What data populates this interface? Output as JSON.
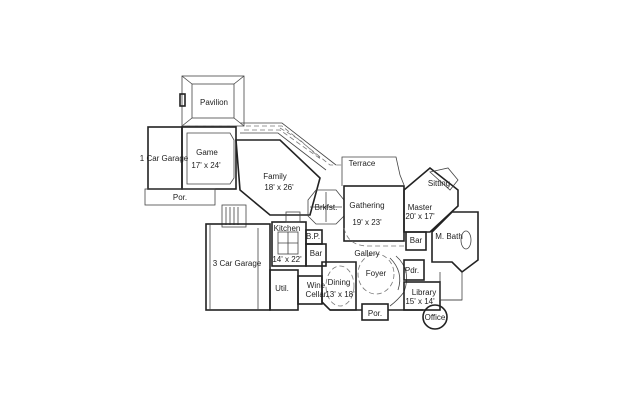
{
  "rooms": {
    "pavilion": "Pavilion",
    "game": "Game",
    "game_size": "17' x 24'",
    "garage1": "1 Car Garage",
    "porch_west": "Por.",
    "family": "Family",
    "family_size": "18' x 26'",
    "breakfast": "Brkfst.",
    "terrace": "Terrace",
    "gathering": "Gathering",
    "gathering_size": "19' x 23'",
    "master": "Master",
    "master_size": "20' x 17'",
    "sitting": "Sitting",
    "master_bath": "M. Bath",
    "kitchen": "Kitchen",
    "kitchen_size": "14' x 22'",
    "butler_pantry": "B.P.",
    "bar_kitchen": "Bar",
    "garage3": "3 Car Garage",
    "gallery": "Gallery",
    "bar_master": "Bar",
    "foyer": "Foyer",
    "powder": "Pdr.",
    "utility": "Util.",
    "wine": "Wine",
    "cellar": "Cellar",
    "dining": "Dining",
    "dining_size": "13' x 18'",
    "library": "Library",
    "library_size": "15' x 14'",
    "porch_front": "Por.",
    "office": "Office"
  }
}
